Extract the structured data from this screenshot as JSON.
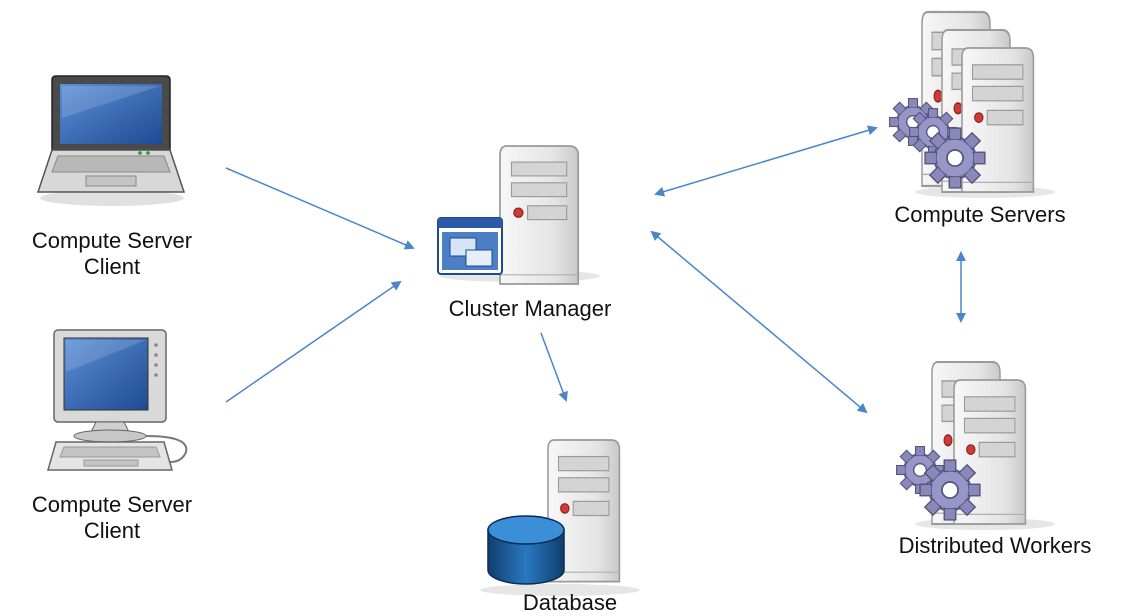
{
  "nodes": {
    "laptop_client": {
      "label_line1": "Compute Server",
      "label_line2": "Client",
      "icon": "laptop-icon"
    },
    "desktop_client": {
      "label_line1": "Compute Server",
      "label_line2": "Client",
      "icon": "desktop-computer-icon"
    },
    "cluster_manager": {
      "label": "Cluster Manager",
      "icon": "server-with-window-icon"
    },
    "database": {
      "label": "Database",
      "icon": "server-with-database-icon"
    },
    "compute_servers": {
      "label": "Compute Servers",
      "icon": "server-stack-with-gears-icon"
    },
    "distributed_workers": {
      "label": "Distributed Workers",
      "icon": "server-stack-with-gears-icon"
    }
  },
  "connections": [
    {
      "from": "laptop_client",
      "to": "cluster_manager",
      "direction": "one-way"
    },
    {
      "from": "desktop_client",
      "to": "cluster_manager",
      "direction": "one-way"
    },
    {
      "from": "cluster_manager",
      "to": "database",
      "direction": "one-way"
    },
    {
      "from": "cluster_manager",
      "to": "compute_servers",
      "direction": "two-way"
    },
    {
      "from": "cluster_manager",
      "to": "distributed_workers",
      "direction": "two-way"
    },
    {
      "from": "compute_servers",
      "to": "distributed_workers",
      "direction": "two-way"
    }
  ],
  "colors": {
    "arrow": "#4a86c8",
    "screen": "#2c5aa8",
    "server_body": "#e8e8e8",
    "gear": "#8a88b8",
    "database": "#1f5f9a"
  }
}
